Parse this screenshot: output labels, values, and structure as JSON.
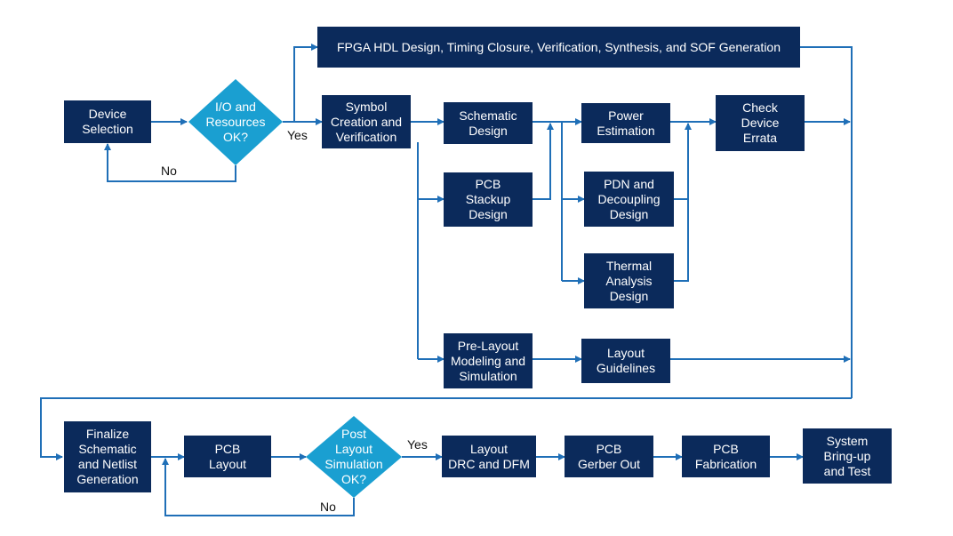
{
  "colors": {
    "box": "#0b2a5b",
    "decision": "#1a9fd1",
    "connector": "#1f6fb7",
    "text_on_box": "#ffffff"
  },
  "nodes": {
    "device_selection": "Device\nSelection",
    "io_ok": "I/O and\nResources\nOK?",
    "fpga_hdl": "FPGA HDL Design, Timing Closure, Verification, Synthesis, and SOF Generation",
    "symbol_creation": "Symbol\nCreation and\nVerification",
    "schematic_design": "Schematic\nDesign",
    "pcb_stackup": "PCB\nStackup\nDesign",
    "power_estimation": "Power\nEstimation",
    "pdn_decoupling": "PDN and\nDecoupling\nDesign",
    "thermal_analysis": "Thermal\nAnalysis\nDesign",
    "check_errata": "Check\nDevice\nErrata",
    "pre_layout": "Pre-Layout\nModeling and\nSimulation",
    "layout_guidelines": "Layout\nGuidelines",
    "finalize_schematic": "Finalize\nSchematic\nand Netlist\nGeneration",
    "pcb_layout": "PCB\nLayout",
    "post_layout_ok": "Post\nLayout\nSimulation\nOK?",
    "layout_drc": "Layout\nDRC and DFM",
    "gerber_out": "PCB\nGerber Out",
    "pcb_fabrication": "PCB\nFabrication",
    "bring_up": "System\nBring-up\nand Test"
  },
  "edge_labels": {
    "yes_1": "Yes",
    "no_1": "No",
    "yes_2": "Yes",
    "no_2": "No"
  }
}
